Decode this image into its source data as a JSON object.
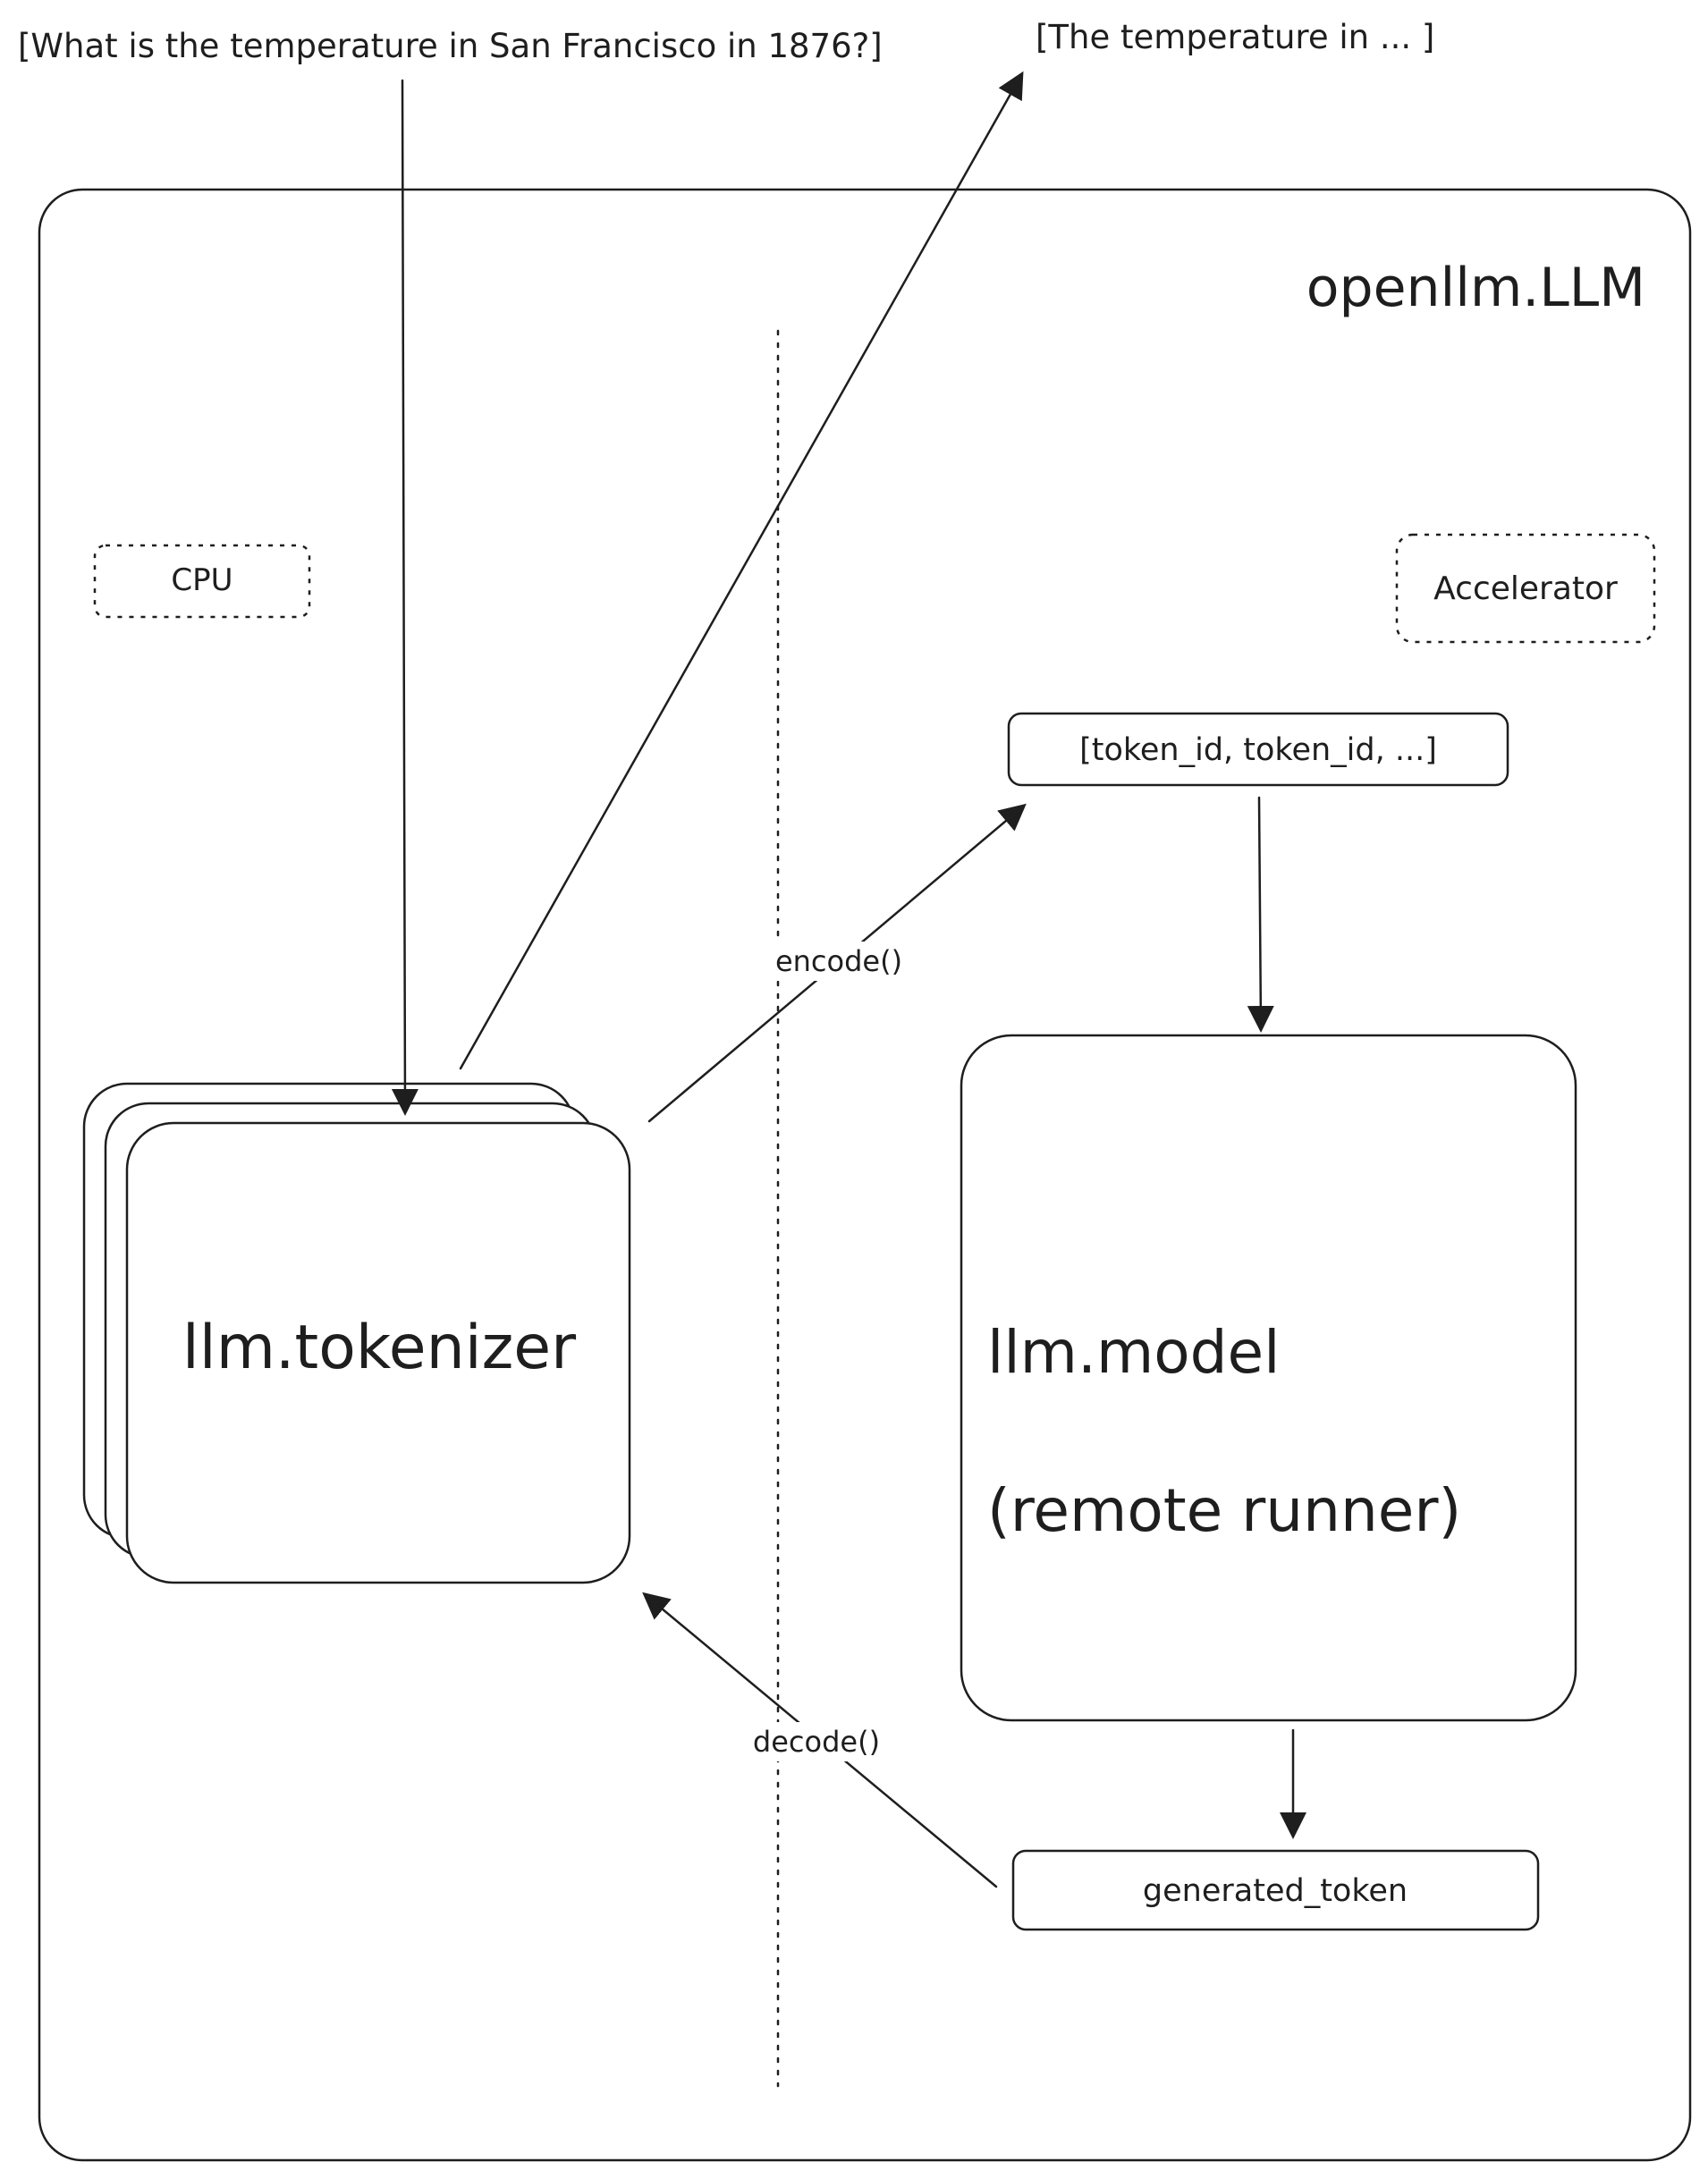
{
  "input_prompt": "[What is the temperature in San Francisco in 1876?]",
  "output_text": "[The temperature in ... ]",
  "container": {
    "title": "openllm.LLM"
  },
  "regions": {
    "cpu_label": "CPU",
    "accelerator_label": "Accelerator"
  },
  "tokenizer": {
    "label": "llm.tokenizer"
  },
  "model": {
    "line1": "llm.model",
    "line2": "(remote runner)"
  },
  "token_ids": {
    "label": "[token_id, token_id, ...]"
  },
  "generated_token": {
    "label": "generated_token"
  },
  "edges": {
    "encode_label": "encode()",
    "decode_label": "decode()"
  }
}
